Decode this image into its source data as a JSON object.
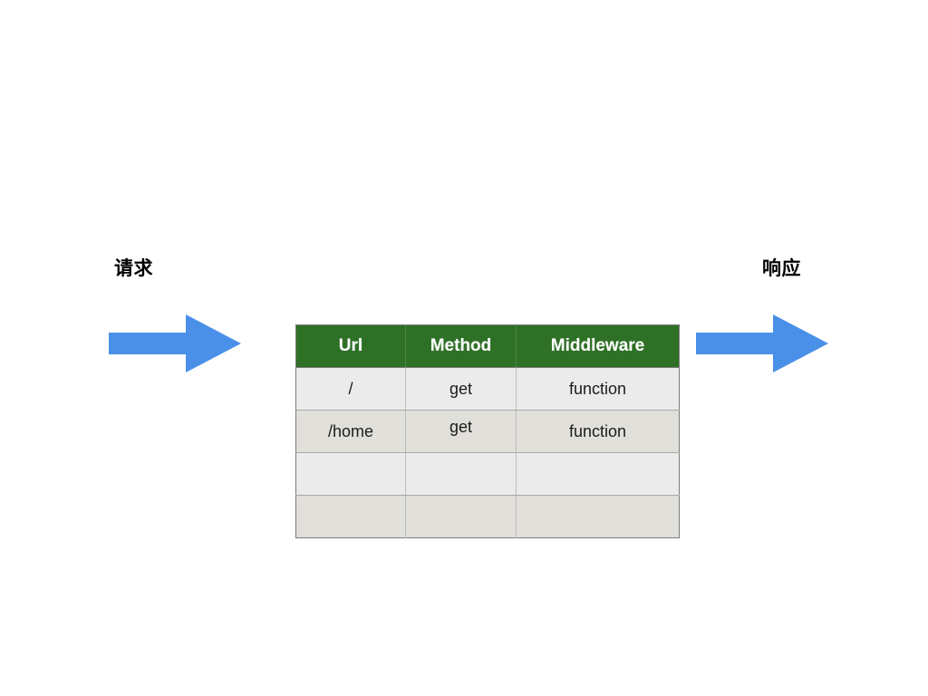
{
  "page": {
    "background_color": "#ffffff",
    "title": ""
  },
  "flow": {
    "request": {
      "label": "请求",
      "arrow_icon": "arrow-right-icon",
      "arrow_color": "#4a90e8",
      "direction": "right"
    },
    "response": {
      "label": "响应",
      "arrow_icon": "arrow-right-icon",
      "arrow_color": "#4a90e8",
      "direction": "right"
    }
  },
  "chart_data": {
    "type": "table",
    "title": "",
    "columns": [
      "Url",
      "Method",
      "Middleware"
    ],
    "rows": [
      [
        "/",
        "get",
        "function"
      ],
      [
        "/home",
        "get",
        "function"
      ],
      [
        "",
        "",
        ""
      ],
      [
        "",
        "",
        ""
      ]
    ],
    "header_background": "#2e7026",
    "header_text_color": "#ffffff",
    "row_colors": [
      "#ebebeb",
      "#e1dfda",
      "#ebebeb",
      "#e1dfda"
    ],
    "border_color": "#7a7a78"
  },
  "table": {
    "headers": {
      "url": "Url",
      "method": "Method",
      "middleware": "Middleware"
    },
    "rows": [
      {
        "url": "/",
        "method": "get",
        "middleware": "function"
      },
      {
        "url": "/home",
        "method": "get",
        "middleware": "function"
      },
      {
        "url": "",
        "method": "",
        "middleware": ""
      },
      {
        "url": "",
        "method": "",
        "middleware": ""
      }
    ]
  }
}
